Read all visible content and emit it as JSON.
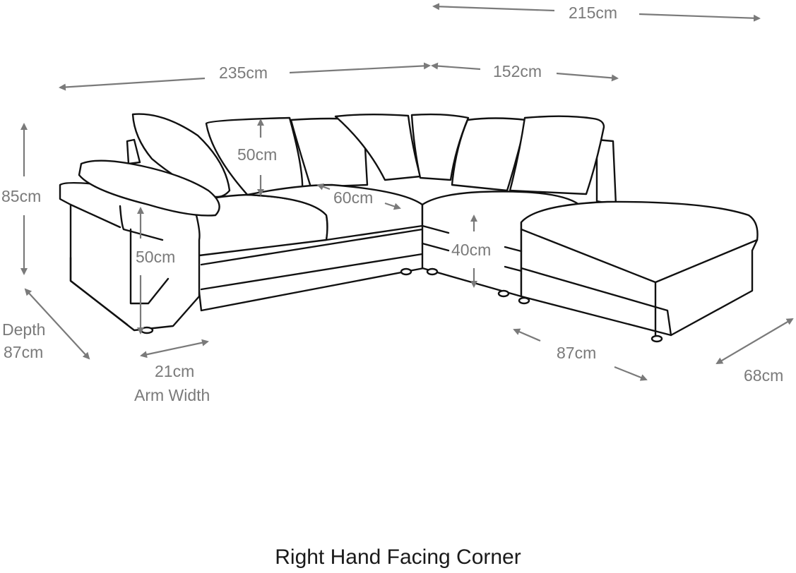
{
  "diagram": {
    "title": "Right Hand Facing Corner",
    "subject": "Right hand facing corner sofa with chaise/footstool section",
    "colors": {
      "outline": "#111111",
      "dimension": "#7a7a7a",
      "background": "#ffffff",
      "caption": "#1a1a1a"
    },
    "dimensions": {
      "overall_right_width": "215cm",
      "left_section_width": "235cm",
      "corner_section_width": "152cm",
      "height": "85cm",
      "back_cushion_height": "50cm",
      "seat_depth": "60cm",
      "arm_height": "50cm",
      "seat_height": "40cm",
      "depth_label": "Depth",
      "depth_value": "87cm",
      "arm_width_value": "21cm",
      "arm_width_label": "Arm Width",
      "chaise_length": "87cm",
      "chaise_width": "68cm"
    }
  }
}
